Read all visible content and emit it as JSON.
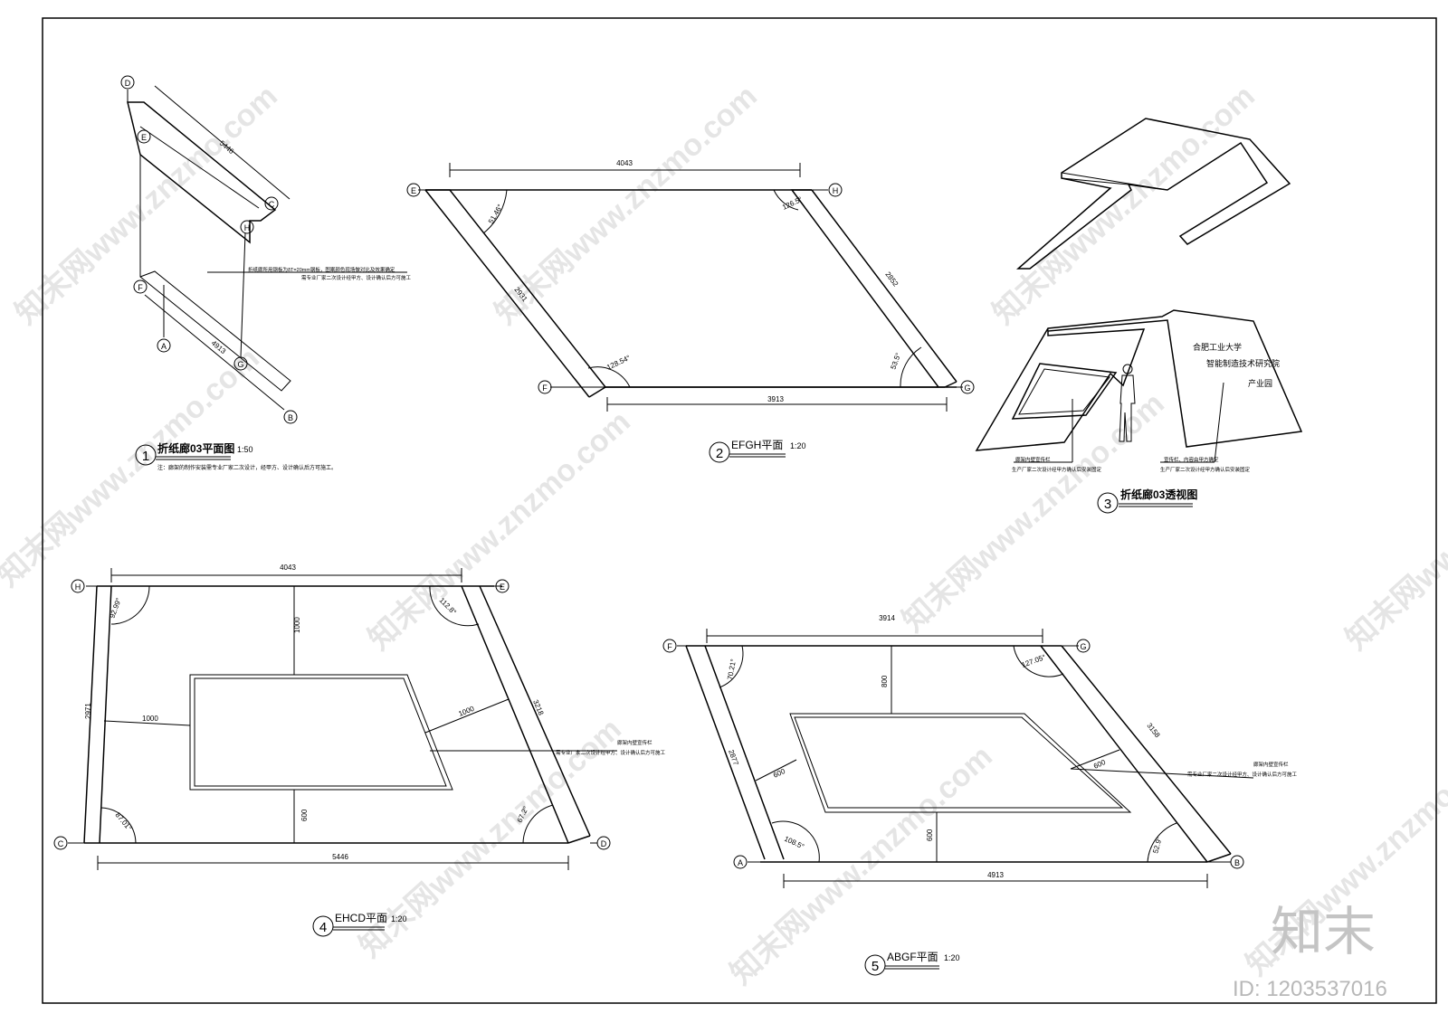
{
  "watermark": {
    "text": "知末网www.znzmo.com",
    "brand": "知末",
    "id_text": "ID: 1203537016"
  },
  "colors": {
    "line": "#000000",
    "background": "#ffffff",
    "watermark": "#d0d0d0"
  },
  "view1": {
    "number": "1",
    "title": "折纸廊03平面图",
    "scale": "1:50",
    "note": "注：廊架的制作安装需专业厂家二次设计，经甲方、设计确认后方可施工。",
    "callout_line1": "折纸廊所用钢板为δT=20mm钢板，图案颜色现场做对比及效果确定",
    "callout_line2": "需专业厂家二次设计经甲方、设计确认后方可施工",
    "points": [
      "D",
      "E",
      "C",
      "H",
      "F",
      "A",
      "G",
      "B"
    ],
    "dims": [
      "5446",
      "4913"
    ]
  },
  "view2": {
    "number": "2",
    "title": "EFGH平面",
    "scale": "1:20",
    "points": [
      "E",
      "H",
      "F",
      "G"
    ],
    "dims": [
      "4043",
      "2931",
      "2852",
      "3913"
    ],
    "angles": [
      "51.46°",
      "126.5°",
      "128.54°",
      "53.5°"
    ]
  },
  "view3": {
    "number": "3",
    "title": "折纸廊03透视图",
    "sign_text": [
      "合肥工业大学",
      "智能制造技术研究院",
      "产业园"
    ],
    "callout_left_line1": "廊架内壁宣传栏",
    "callout_left_line2": "生产厂家二次设计经甲方确认后安装固定",
    "callout_right_line1": "宣传栏、内容由甲方确定",
    "callout_right_line2": "生产厂家二次设计经甲方确认后安装固定"
  },
  "view4": {
    "number": "4",
    "title": "EHCD平面",
    "scale": "1:20",
    "points": [
      "H",
      "E",
      "C",
      "D"
    ],
    "dims": [
      "4043",
      "1000",
      "2971",
      "3218",
      "1000",
      "1000",
      "600",
      "5446"
    ],
    "angles": [
      "92.99°",
      "112.8°",
      "87.01°",
      "67.2°"
    ],
    "callout_line1": "廊架内壁宣传栏",
    "callout_line2": "需专业厂家二次设计经甲方、设计确认后方可施工"
  },
  "view5": {
    "number": "5",
    "title": "ABGF平面",
    "scale": "1:20",
    "points": [
      "F",
      "G",
      "A",
      "B"
    ],
    "dims": [
      "3914",
      "800",
      "2877",
      "600",
      "600",
      "3158",
      "600",
      "4913"
    ],
    "angles": [
      "70.21°",
      "127.05°",
      "108.5°",
      "52.9°"
    ],
    "callout_line1": "廊架内壁宣传栏",
    "callout_line2": "需专业厂家二次设计经甲方、设计确认后方可施工"
  }
}
